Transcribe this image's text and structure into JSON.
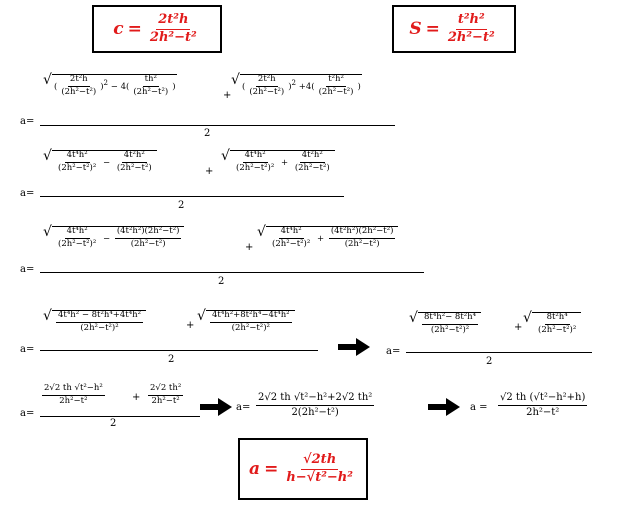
{
  "box_c": {
    "lhs": "c",
    "num": "2t²h",
    "den": "2h²−t²"
  },
  "box_S": {
    "lhs": "S",
    "num": "t²h²",
    "den": "2h²−t²"
  },
  "box_a": {
    "lhs": "a",
    "num": "√2th",
    "den": "h−√t²−h²"
  },
  "prefix_a": "a=",
  "eq": "=",
  "rows": {
    "r1": {
      "t1_num": "2t²h",
      "t1_den": "(2h²−t²)",
      "sq": "2",
      "mid": "− 4(",
      "t2_num": "th²",
      "t2_den": "(2h²−t²)",
      "close": ")",
      "plus": "+",
      "t3_num": "2t²h",
      "t3_den": "(2h²−t²)",
      "mid2": "+4(",
      "t4_num": "t²h²",
      "t4_den": "(2h²−t²)",
      "two": "2"
    },
    "r2": {
      "a_num": "4t⁴h²",
      "a_den": "(2h²−t²)²",
      "minus": "−",
      "b_num": "4t²h²",
      "b_den": "(2h²−t²)",
      "plus": "+",
      "c_num": "4t⁴h²",
      "c_den": "(2h²−t²)²",
      "plus2": "+",
      "d_num": "4t²h²",
      "d_den": "(2h²−t²)",
      "two": "2"
    },
    "r3": {
      "a_num": "4t⁴h²",
      "a_den": "(2h²−t²)²",
      "minus": "−",
      "b_num": "(4t²h²)(2h²−t²)",
      "b_den": "(2h²−t²)",
      "plus": "+",
      "c_num": "4t⁴h²",
      "c_den": "(2h²−t²)²",
      "plus2": "+",
      "d_num": "(4t²h²)(2h²−t²)",
      "d_den": "(2h²−t²)",
      "two": "2"
    },
    "r4": {
      "a_num": "4t⁴h² − 8t²h⁴+4t⁴h²",
      "a_den": "(2h²−t²)²",
      "plus": "+",
      "b_num": "4t⁴h²+8t²h⁴−4t⁴h²",
      "b_den": "(2h²−t²)²",
      "two": "2"
    },
    "r4b": {
      "a_num": "8t⁴h²− 8t²h⁴",
      "a_den": "(2h²−t²)²",
      "plus": "+",
      "b_num": "8t²h⁴",
      "b_den": "(2h²−t²)²",
      "two": "2"
    },
    "r5": {
      "a_num": "2√2 th √t²−h²",
      "a_den": "2h²−t²",
      "plus": "+",
      "b_num": "2√2 th²",
      "b_den": "2h²−t²",
      "two": "2"
    },
    "r5b": {
      "num": "2√2 th √t²−h²+2√2 th²",
      "den": "2(2h²−t²)"
    },
    "r5c": {
      "prefix": "a =",
      "num": "√2 th (√t²−h²+h)",
      "den": "2h²−t²"
    }
  }
}
